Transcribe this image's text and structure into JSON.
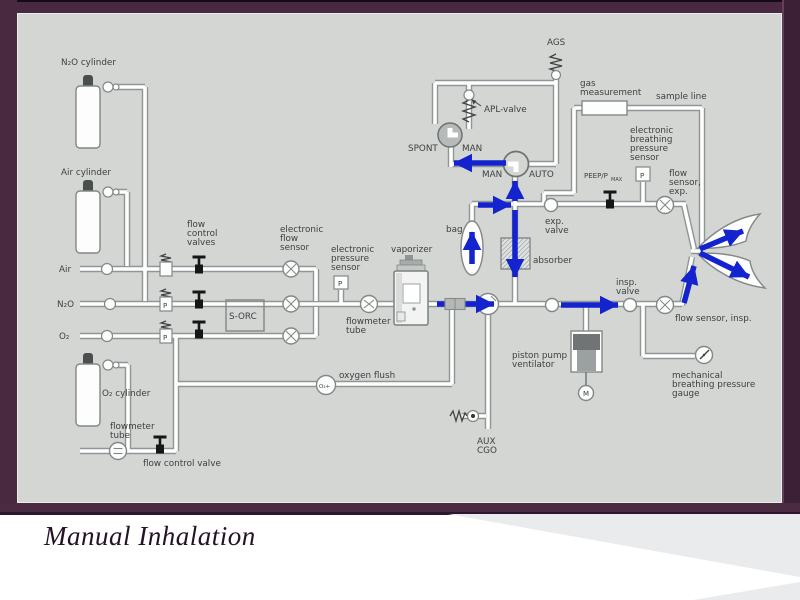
{
  "slide": {
    "title": "Manual Inhalation"
  },
  "diagram": {
    "labels": {
      "n2o_cylinder": "N₂O cylinder",
      "air_cylinder": "Air cylinder",
      "o2_cylinder": "O₂ cylinder",
      "flowmeter_tube_left": "flowmeter\ntube",
      "flow_control_valve": "flow control valve",
      "gas_air": "Air",
      "gas_n2o": "N₂O",
      "gas_o2": "O₂",
      "flow_control_valves": "flow\ncontrol\nvalves",
      "sorc": "S-ORC",
      "electronic_flow_sensor": "electronic\nflow\nsensor",
      "electronic_pressure_sensor": "electronic\npressure\nsensor",
      "vaporizer": "vaporizer",
      "flowmeter_tube_mid": "flowmeter\ntube",
      "oxygen_flush": "oxygen  flush",
      "o2_flush_symbol": "O₂+",
      "bag": "bag",
      "aux_cgo": "AUX\nCGO",
      "piston_pump": "piston pump\nventilator",
      "motor": "M",
      "absorber": "absorber",
      "exp_valve": "exp.\nvalve",
      "insp_valve": "insp.\nvalve",
      "flow_sensor_insp": "flow sensor, insp.",
      "mech_gauge": "mechanical\nbreathing pressure\ngauge",
      "ags": "AGS",
      "apl_valve": "APL-valve",
      "spont": "SPONT",
      "man_top": "MAN",
      "man_bottom": "MAN",
      "auto": "AUTO",
      "gas_measurement": "gas\nmeasurement",
      "sample_line": "sample line",
      "electronic_breathing_pressure_sensor": "electronic\nbreathing\npressure\nsensor",
      "peep": "PEEP/P",
      "peep_sub": "MAX",
      "flow_sensor_exp": "flow\nsensor,\nexp.",
      "p_sensor": "P"
    },
    "colors": {
      "flow_arrow": "#1323cd",
      "panel_bg": "#d3d6d3",
      "frame_purple": "#48293f",
      "pipe_outline": "#8f9695"
    }
  }
}
